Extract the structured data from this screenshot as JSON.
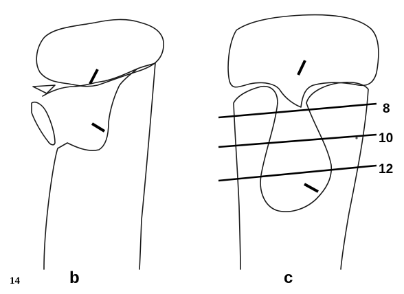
{
  "figure_number": "14",
  "panels": [
    {
      "id": "b",
      "label": "b"
    },
    {
      "id": "c",
      "label": "c"
    }
  ],
  "level_labels": [
    "8",
    "10",
    "12"
  ]
}
